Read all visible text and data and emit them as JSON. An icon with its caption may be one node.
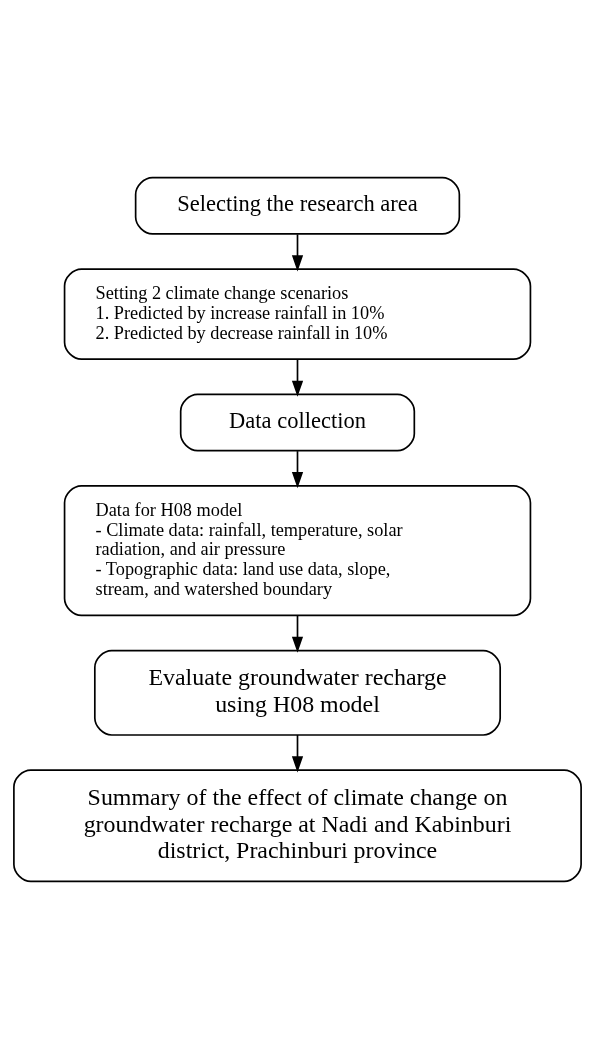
{
  "diagram": {
    "nodes": [
      {
        "text": [
          "Selecting the research area"
        ]
      },
      {
        "text": [
          "Setting 2 climate change scenarios",
          "1. Predicted by increase rainfall in 10%",
          "2. Predicted by decrease rainfall in 10%"
        ]
      },
      {
        "text": [
          "Data collection"
        ]
      },
      {
        "text": [
          "Data for H08 model",
          "- Climate data: rainfall, temperature, solar radiation, and air pressure",
          "- Topographic data: land use data, slope, stream, and watershed boundary"
        ]
      },
      {
        "text": [
          "Evaluate groundwater recharge using H08 model"
        ]
      },
      {
        "text": [
          "Summary of the effect of climate change on groundwater recharge at Nadi and Kabinburi district, Prachinburi province"
        ]
      }
    ],
    "edges": [
      {
        "from": 0,
        "to": 1,
        "arrow": "to"
      },
      {
        "from": 1,
        "to": 2,
        "arrow": "to"
      },
      {
        "from": 2,
        "to": 3,
        "arrow": "to"
      },
      {
        "from": 3,
        "to": 4,
        "arrow": "to"
      },
      {
        "from": 4,
        "to": 5,
        "arrow": "to"
      }
    ]
  }
}
